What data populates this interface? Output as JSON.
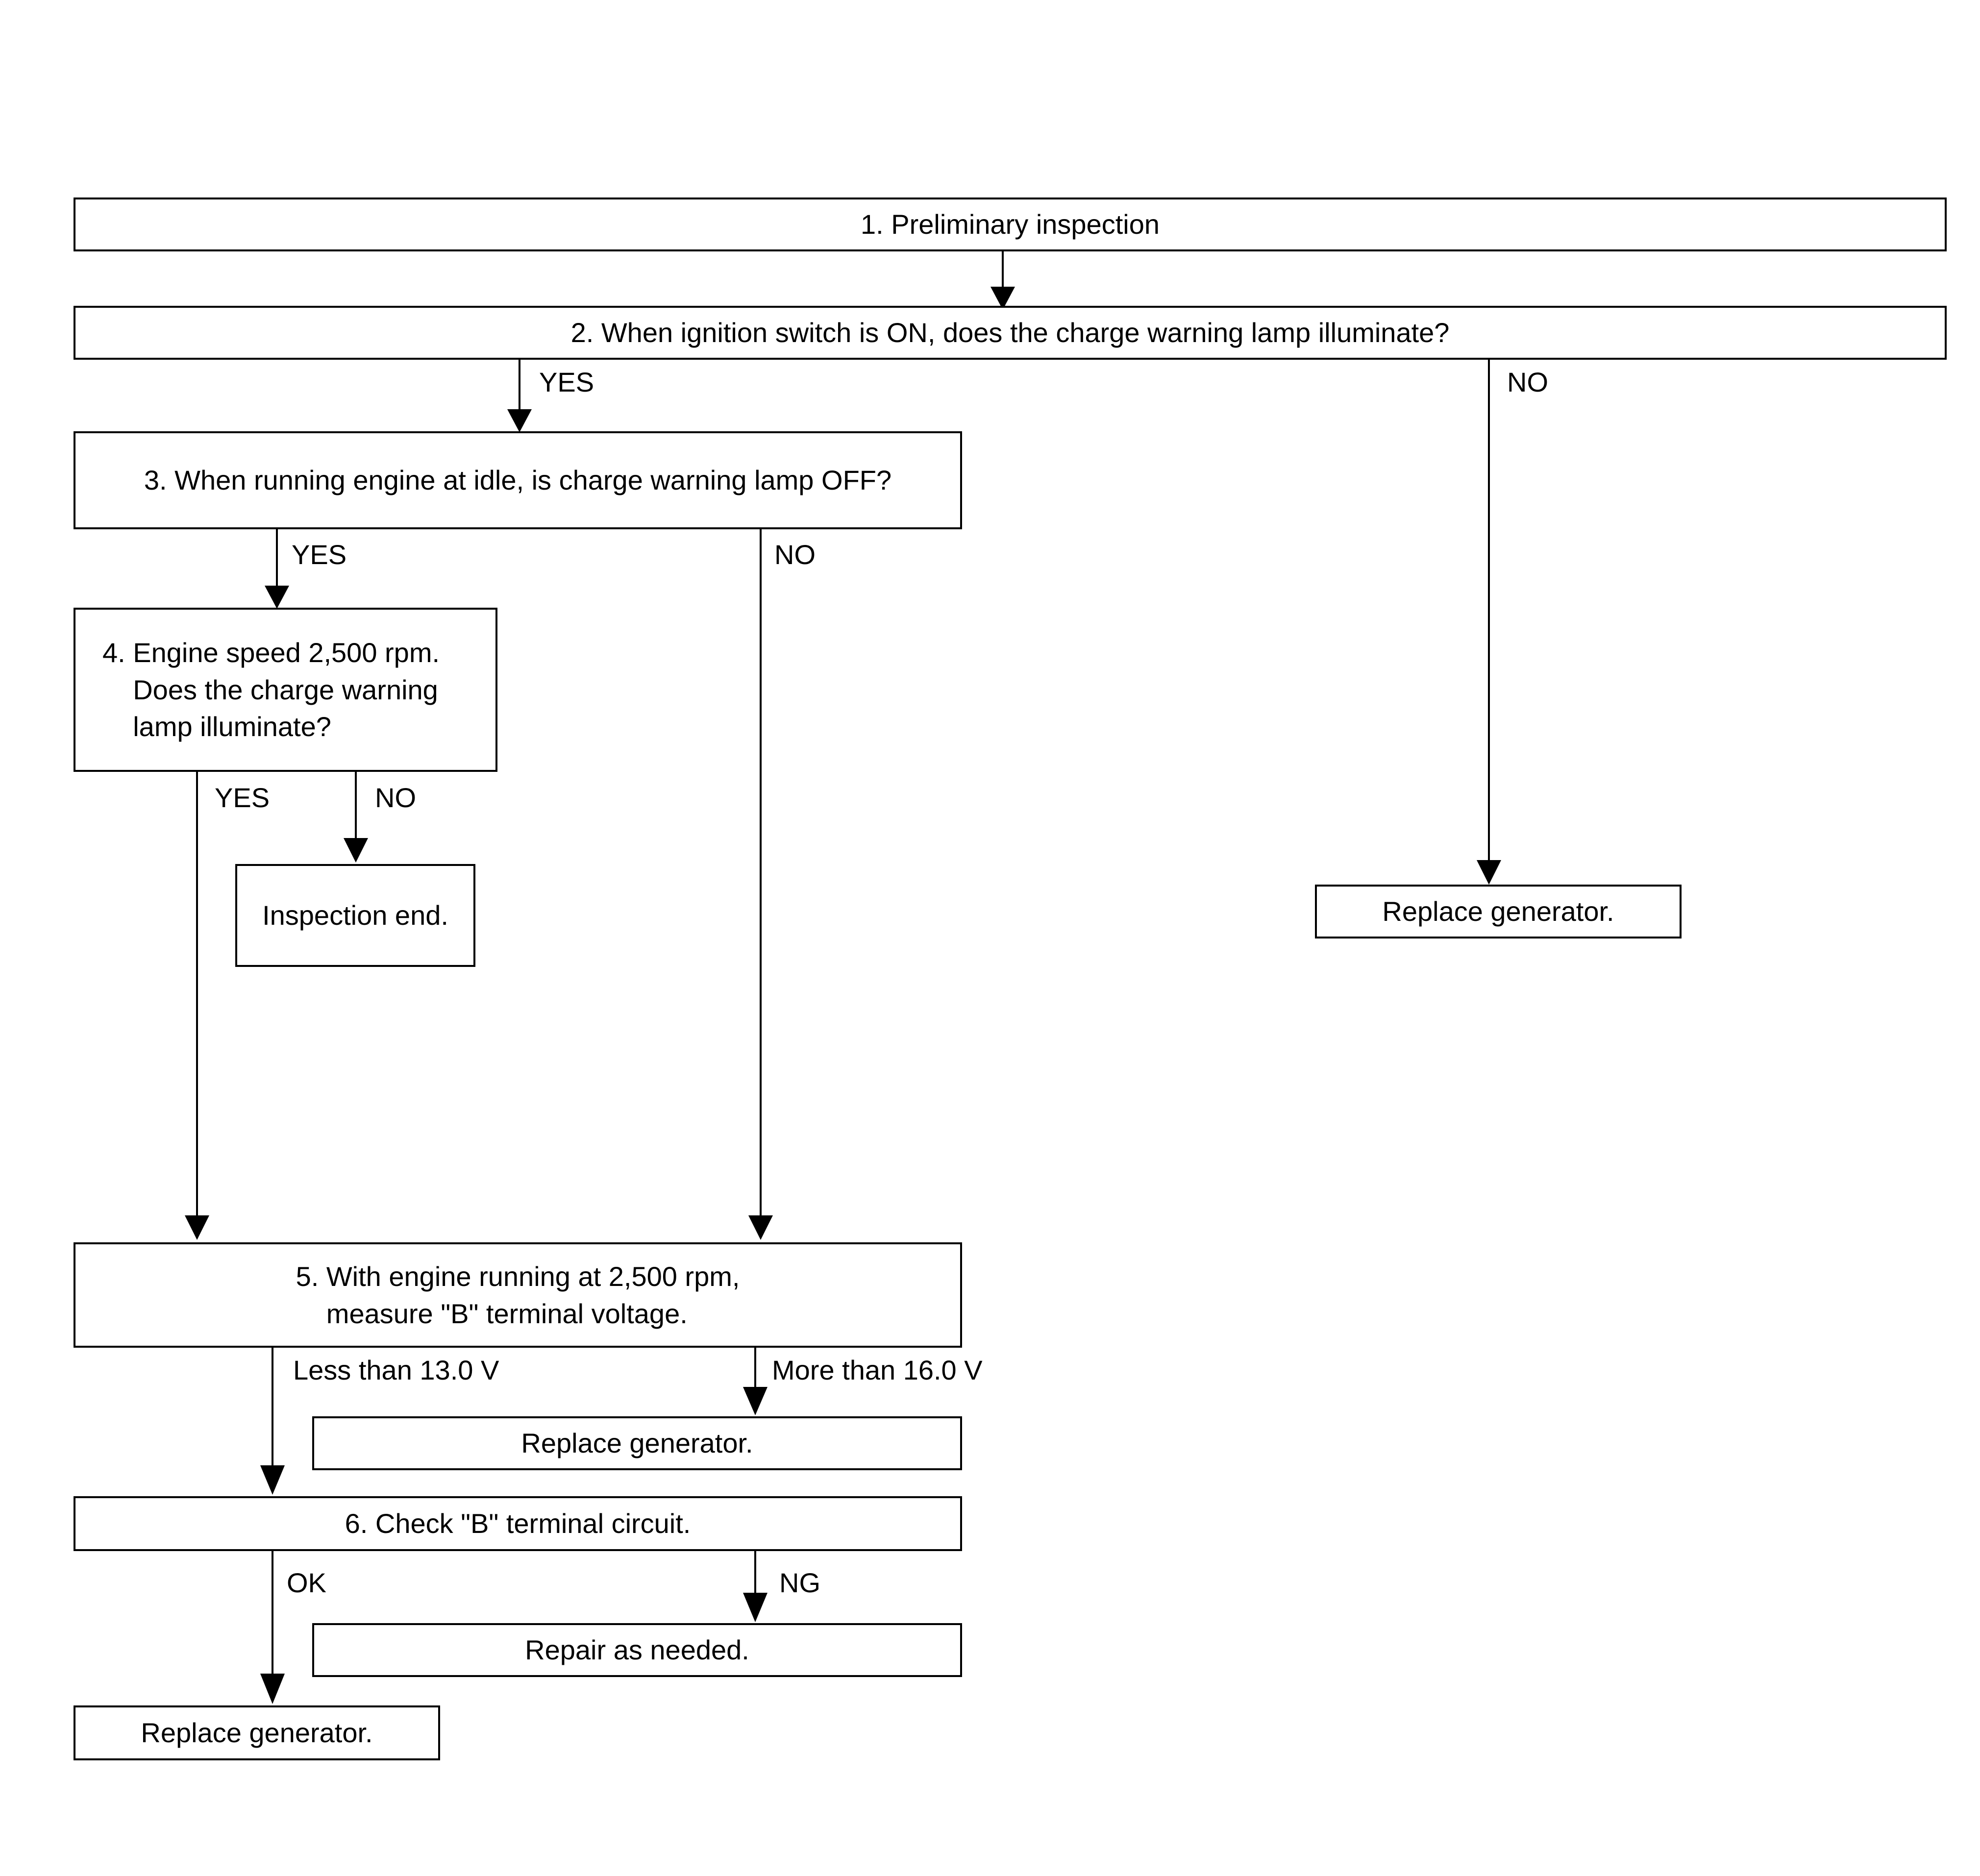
{
  "steps": {
    "s1": "1. Preliminary inspection",
    "s2": "2. When ignition switch is ON, does the charge warning lamp illuminate?",
    "s3": "3. When running engine at idle, is charge warning lamp OFF?",
    "s4": "4. Engine speed 2,500 rpm.\n    Does the charge warning\n    lamp illuminate?",
    "s5": "5. With engine running at 2,500 rpm,\n    measure \"B\" terminal voltage.",
    "s6": "6. Check \"B\" terminal circuit."
  },
  "results": {
    "inspection_end": "Inspection end.",
    "replace_generator_right": "Replace generator.",
    "replace_generator_mid": "Replace generator.",
    "repair_as_needed": "Repair as needed.",
    "replace_generator_bottom": "Replace generator."
  },
  "branches": {
    "s2_yes": "YES",
    "s2_no": "NO",
    "s3_yes": "YES",
    "s3_no": "NO",
    "s4_yes": "YES",
    "s4_no": "NO",
    "s5_low": "Less than 13.0 V",
    "s5_high": "More than 16.0 V",
    "s6_ok": "OK",
    "s6_ng": "NG"
  }
}
